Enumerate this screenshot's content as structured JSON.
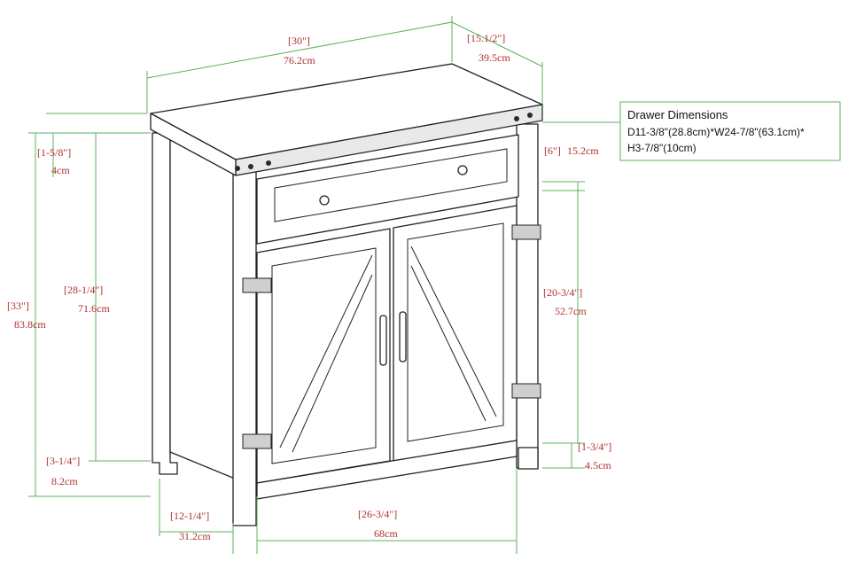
{
  "drawer_note": {
    "title": "Drawer Dimensions",
    "line1": "D11-3/8\"(28.8cm)*W24-7/8\"(63.1cm)*",
    "line2": "H3-7/8\"(10cm)"
  },
  "dimensions": {
    "width": {
      "inch": "[30\"]",
      "cm": "76.2cm"
    },
    "depth": {
      "inch": "[15.1/2\"]",
      "cm": "39.5cm"
    },
    "top_thickness": {
      "inch": "[1-5/8\"]",
      "cm": "4cm"
    },
    "total_height": {
      "inch": "[33\"]",
      "cm": "83.8cm"
    },
    "body_height": {
      "inch": "[28-1/4\"]",
      "cm": "71.6cm"
    },
    "leg_height": {
      "inch": "[3-1/4\"]",
      "cm": "8.2cm"
    },
    "drawer_height": {
      "inch": "[6\"]",
      "cm": "15.2cm"
    },
    "door_height": {
      "inch": "[20-3/4\"]",
      "cm": "52.7cm"
    },
    "bottom_gap": {
      "inch": "[1-3/4\"]",
      "cm": "4.5cm"
    },
    "side_depth": {
      "inch": "[12-1/4\"]",
      "cm": "31.2cm"
    },
    "inner_width": {
      "inch": "[26-3/4\"]",
      "cm": "68cm"
    }
  },
  "colors": {
    "dimension_text": "#b0312f",
    "dimension_line": "#5cb35c",
    "note_border": "#5cb35c",
    "outline": "#222222"
  }
}
